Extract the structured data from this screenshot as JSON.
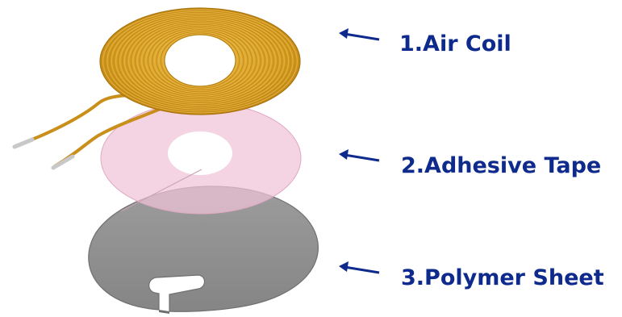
{
  "colors": {
    "label_text": "#0d2a8c",
    "arrow": "#0d2a8c",
    "coil_wire": "#d4a021",
    "coil_dark": "#b07a10",
    "tape": "#f0c6d9",
    "tape_edge": "#e2a9c2",
    "sheet": "#8e8e8e",
    "sheet_edge": "#6e6e6e",
    "lead_tip": "#c8c8c8"
  },
  "icons": {
    "arrow": "arrow-left-icon"
  },
  "layers": [
    {
      "label": "1.Air Coil"
    },
    {
      "label": "2.Adhesive Tape"
    },
    {
      "label": "3.Polymer Sheet"
    }
  ]
}
